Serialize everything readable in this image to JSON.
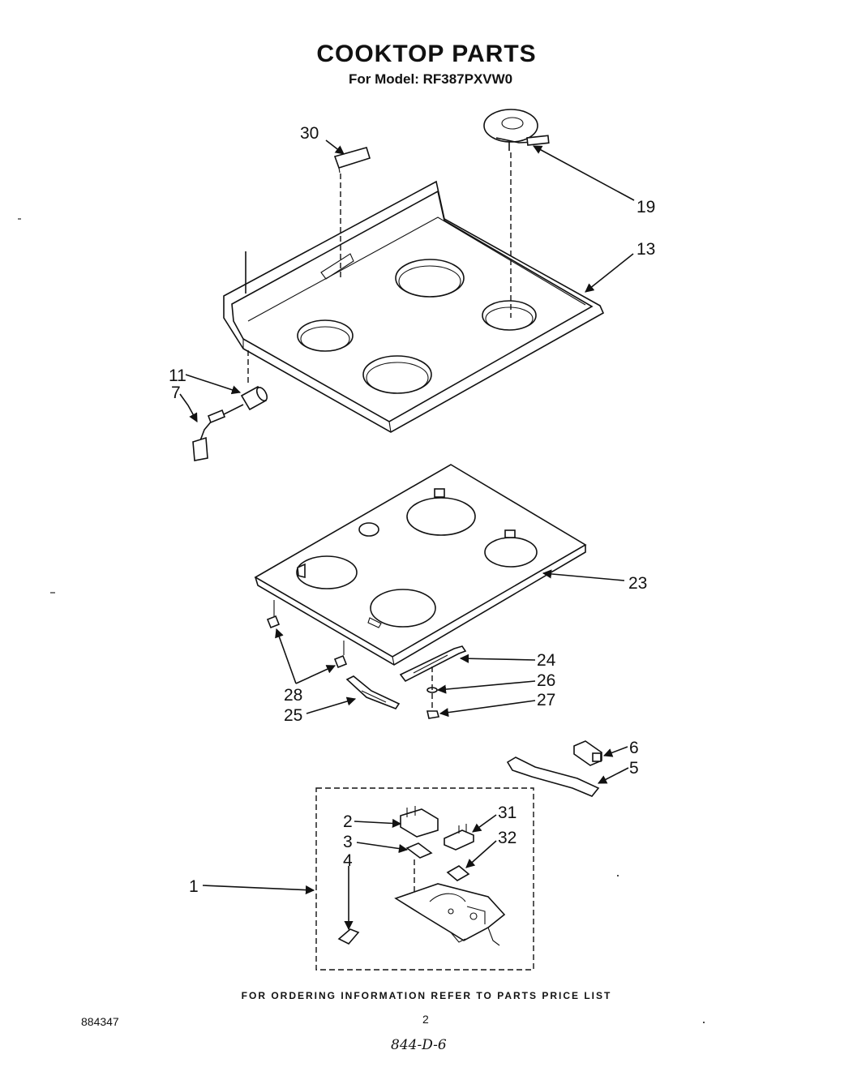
{
  "header": {
    "title": "COOKTOP PARTS",
    "subtitle": "For Model: RF387PXVW0"
  },
  "callouts": [
    "30",
    "19",
    "13",
    "11",
    "7",
    "23",
    "24",
    "26",
    "27",
    "28",
    "25",
    "6",
    "5",
    "2",
    "31",
    "3",
    "32",
    "4",
    "1"
  ],
  "footer": {
    "ordering_note": "FOR ORDERING INFORMATION REFER TO PARTS PRICE LIST",
    "doc_number": "884347",
    "page_number": "2",
    "handwritten_note": "844-D-6"
  }
}
